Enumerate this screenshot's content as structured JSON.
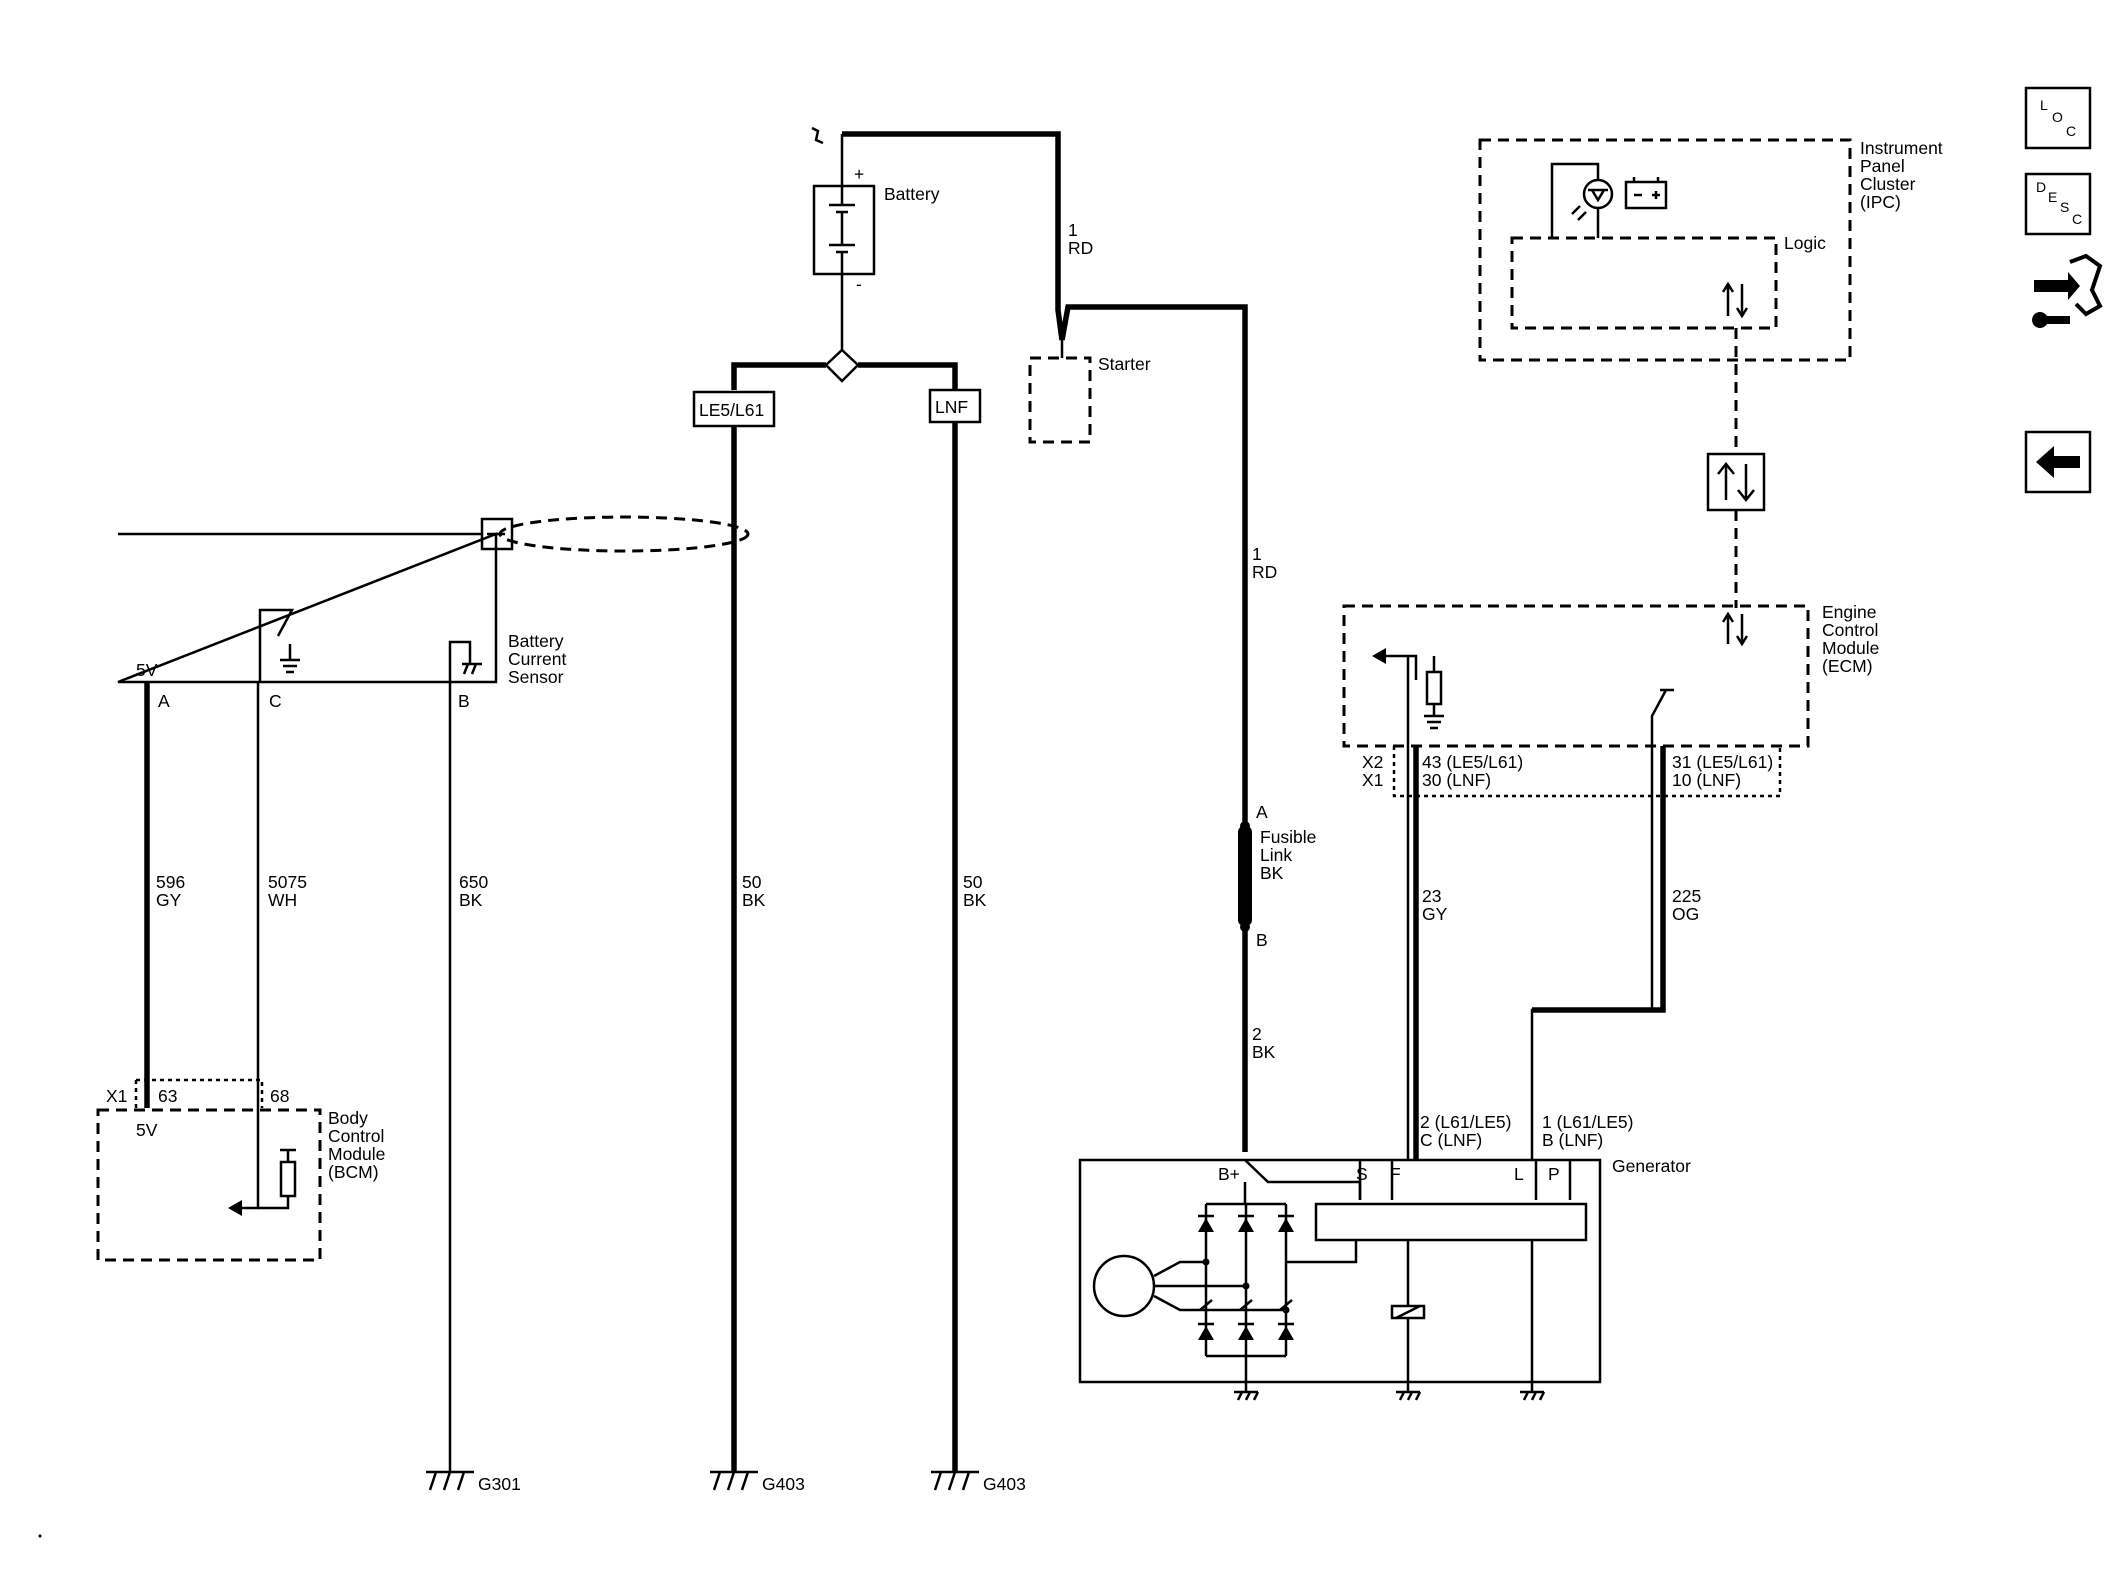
{
  "components": {
    "battery": "Battery",
    "starter": "Starter",
    "battery_current_sensor": [
      "Battery",
      "Current",
      "Sensor"
    ],
    "bcm": [
      "Body",
      "Control",
      "Module",
      "(BCM)"
    ],
    "ipc": [
      "Instrument",
      "Panel",
      "Cluster",
      "(IPC)"
    ],
    "ipc_logic": "Logic",
    "ecm": [
      "Engine",
      "Control",
      "Module",
      "(ECM)"
    ],
    "generator": "Generator",
    "fusible_link": [
      "Fusible",
      "Link",
      "BK"
    ]
  },
  "symbols": {
    "plus": "+",
    "minus": "-"
  },
  "options": {
    "le5_l61": "LE5/L61",
    "lnf": "LNF"
  },
  "wires": {
    "battery_starter": [
      "1",
      "RD"
    ],
    "starter_fusible": [
      "1",
      "RD"
    ],
    "fusible_generator": [
      "2",
      "BK"
    ],
    "sensor_a": [
      "596",
      "GY"
    ],
    "sensor_c": [
      "5075",
      "WH"
    ],
    "sensor_b": [
      "650",
      "BK"
    ],
    "ground_le5": [
      "50",
      "BK"
    ],
    "ground_lnf": [
      "50",
      "BK"
    ],
    "ecm_f": [
      "23",
      "GY"
    ],
    "ecm_l": [
      "225",
      "OG"
    ]
  },
  "pins": {
    "sensor_5v": "5V",
    "sensor_a": "A",
    "sensor_c": "C",
    "sensor_b": "B",
    "bcm_conn": "X1",
    "bcm_63": "63",
    "bcm_68": "68",
    "bcm_5v": "5V",
    "fusible_a": "A",
    "fusible_b": "B",
    "ecm_x2": "X2",
    "ecm_x1": "X1",
    "ecm_pin1_a": "43 (LE5/L61)",
    "ecm_pin1_b": "30 (LNF)",
    "ecm_pin2_a": "31 (LE5/L61)",
    "ecm_pin2_b": "10 (LNF)",
    "gen_f_a": "2 (L61/LE5)",
    "gen_f_b": "C (LNF)",
    "gen_p_a": "1 (L61/LE5)",
    "gen_p_b": "B (LNF)",
    "gen_bplus": "B+",
    "gen_s": "S",
    "gen_f": "F",
    "gen_l": "L",
    "gen_p": "P"
  },
  "grounds": {
    "g301": "G301",
    "g403_a": "G403",
    "g403_b": "G403"
  },
  "sidebar": {
    "loc": [
      "L",
      "O",
      "C"
    ],
    "desc": [
      "D",
      "E",
      "S",
      "C"
    ]
  }
}
